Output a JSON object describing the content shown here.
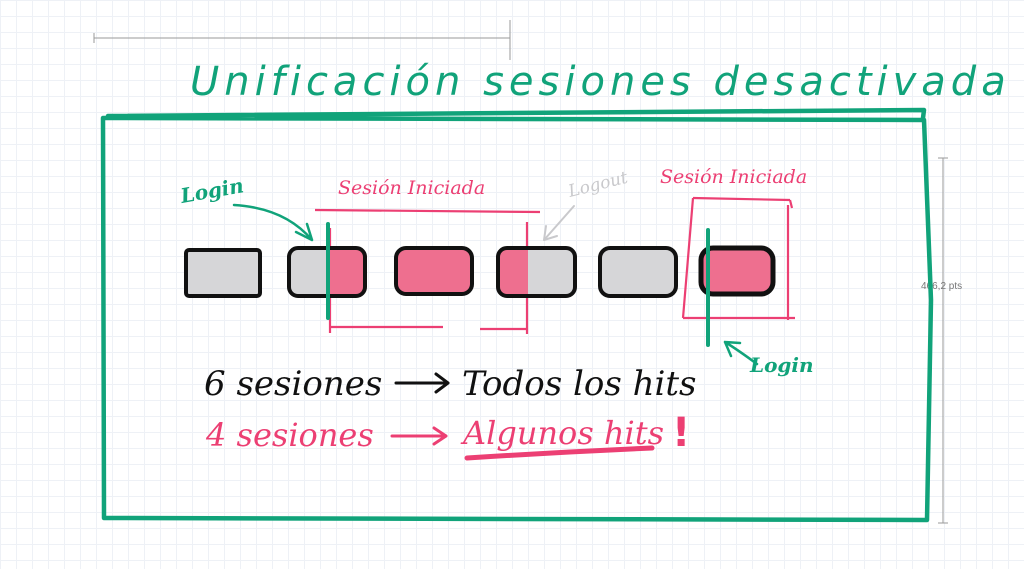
{
  "title": "Unificación sesiones desactivada",
  "annotations": {
    "login_left": "Login",
    "login_right": "Login",
    "session_started_1": "Sesión Iniciada",
    "session_started_2": "Sesión Iniciada",
    "logout": "Logout"
  },
  "summary": {
    "line1_left": "6 sesiones",
    "line1_right": "Todos los hits",
    "line2_left": "4 sesiones",
    "line2_right": "Algunos hits",
    "exclamation": "!"
  },
  "measure": {
    "height_label": "466,2 pts"
  },
  "colors": {
    "green": "#11a37a",
    "pink": "#ec3f73",
    "grey_box": "#d6d6d8",
    "pink_fill": "#ee6f8f",
    "logout_grey": "#c9c9cc"
  },
  "sessions": [
    {
      "fill": "grey"
    },
    {
      "fill": "half-pink"
    },
    {
      "fill": "pink"
    },
    {
      "fill": "half-pink-left"
    },
    {
      "fill": "grey"
    },
    {
      "fill": "pink"
    }
  ]
}
